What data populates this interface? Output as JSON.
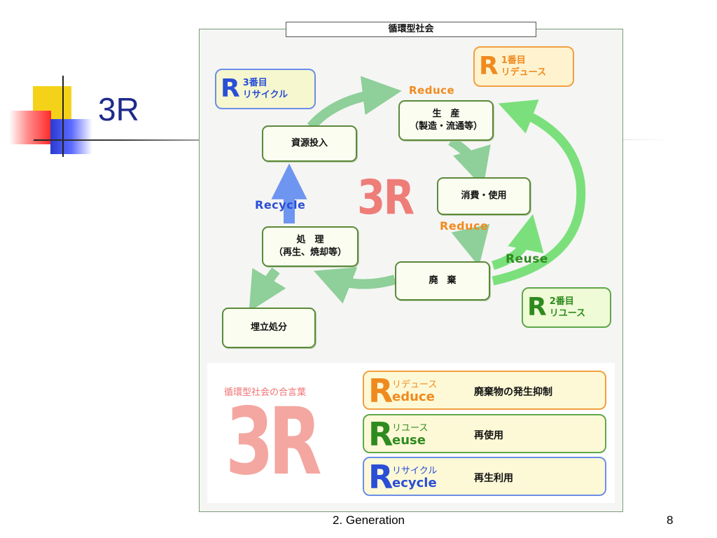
{
  "slide": {
    "title": "3R",
    "footer_left": "2. Generation",
    "page_number": "8"
  },
  "diagram": {
    "frame_title": "循環型社会",
    "center_label": "3R",
    "nodes": {
      "production": "生　産\n（製造・流通等）",
      "consumption": "消費・使用",
      "disposal": "廃　棄",
      "treatment": "処　理\n（再生、焼却等）",
      "resource_input": "資源投入",
      "landfill": "埋立処分"
    },
    "arrow_labels": {
      "reduce_top": "Reduce",
      "reduce_mid": "Reduce",
      "reuse": "Reuse",
      "recycle": "Recycle"
    },
    "badges": {
      "first": {
        "letter": "R",
        "text": "1番目\nリデュース",
        "color": "#f08a1e"
      },
      "second": {
        "letter": "R",
        "text": "2番目\nリユース",
        "color": "#2e8b1f"
      },
      "third": {
        "letter": "R",
        "text": "3番目\nリサイクル",
        "color": "#2a4ed6"
      }
    },
    "summary": {
      "motto": "循環型社会の合言葉",
      "big_label": "3R",
      "rows": [
        {
          "letter": "R",
          "kana": "リデュース",
          "word": "educe",
          "meaning": "廃棄物の発生抑制",
          "color": "#f08a1e"
        },
        {
          "letter": "R",
          "kana": "リユース",
          "word": "euse",
          "meaning": "再使用",
          "color": "#2e8b1f"
        },
        {
          "letter": "R",
          "kana": "リサイクル",
          "word": "ecycle",
          "meaning": "再生利用",
          "color": "#2a4ed6"
        }
      ]
    }
  }
}
